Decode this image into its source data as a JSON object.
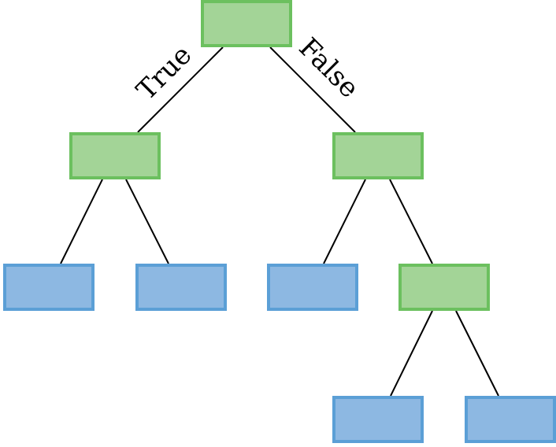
{
  "labels": {
    "true_branch": "True",
    "false_branch": "False"
  },
  "colors": {
    "decision_fill": "#a3d497",
    "decision_stroke": "#6cc05f",
    "leaf_fill": "#8db8e2",
    "leaf_stroke": "#5b9fd6",
    "edge": "#000000",
    "background": "#ffffff"
  },
  "tree": {
    "nodes": [
      {
        "id": "root",
        "kind": "decision"
      },
      {
        "id": "left",
        "kind": "decision"
      },
      {
        "id": "right",
        "kind": "decision"
      },
      {
        "id": "left-leaf-1",
        "kind": "leaf"
      },
      {
        "id": "left-leaf-2",
        "kind": "leaf"
      },
      {
        "id": "right-leaf-1",
        "kind": "leaf"
      },
      {
        "id": "right-child",
        "kind": "decision"
      },
      {
        "id": "deep-leaf-1",
        "kind": "leaf"
      },
      {
        "id": "deep-leaf-2",
        "kind": "leaf"
      }
    ],
    "edges": [
      {
        "from": "root",
        "to": "left",
        "label": "true_branch"
      },
      {
        "from": "root",
        "to": "right",
        "label": "false_branch"
      },
      {
        "from": "left",
        "to": "left-leaf-1"
      },
      {
        "from": "left",
        "to": "left-leaf-2"
      },
      {
        "from": "right",
        "to": "right-leaf-1"
      },
      {
        "from": "right",
        "to": "right-child"
      },
      {
        "from": "right-child",
        "to": "deep-leaf-1"
      },
      {
        "from": "right-child",
        "to": "deep-leaf-2"
      }
    ]
  }
}
